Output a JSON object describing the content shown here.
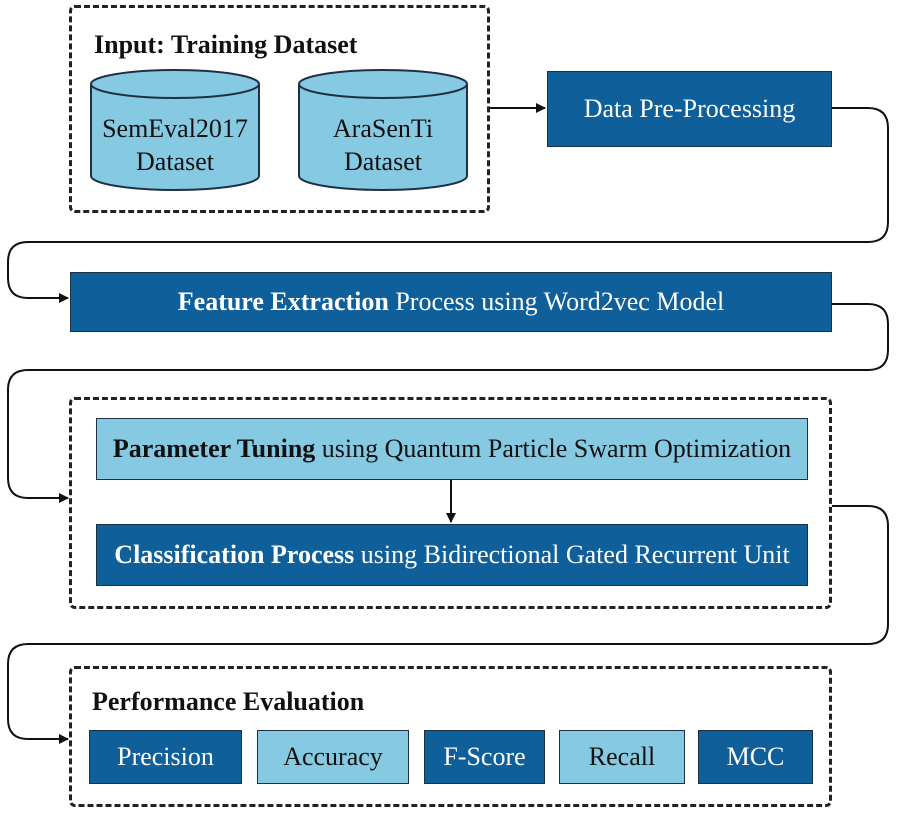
{
  "colors": {
    "dark_box": "#0f5f9b",
    "light_box": "#86c9e2",
    "line": "#111111"
  },
  "input": {
    "title": "Input: Training Dataset",
    "datasets": [
      {
        "line1": "SemEval2017",
        "line2": "Dataset"
      },
      {
        "line1": "AraSenTi",
        "line2": "Dataset"
      }
    ]
  },
  "steps": {
    "preprocessing": "Data Pre-Processing",
    "feature": {
      "bold": "Feature Extraction",
      "rest": "Process using Word2vec Model"
    },
    "tuning": {
      "bold": "Parameter Tuning",
      "rest": "using Quantum Particle Swarm Optimization"
    },
    "classification": {
      "bold": "Classification Process",
      "rest": "using Bidirectional Gated Recurrent Unit"
    }
  },
  "evaluation": {
    "title": "Performance Evaluation",
    "metrics": [
      "Precision",
      "Accuracy",
      "F-Score",
      "Recall",
      "MCC"
    ]
  }
}
